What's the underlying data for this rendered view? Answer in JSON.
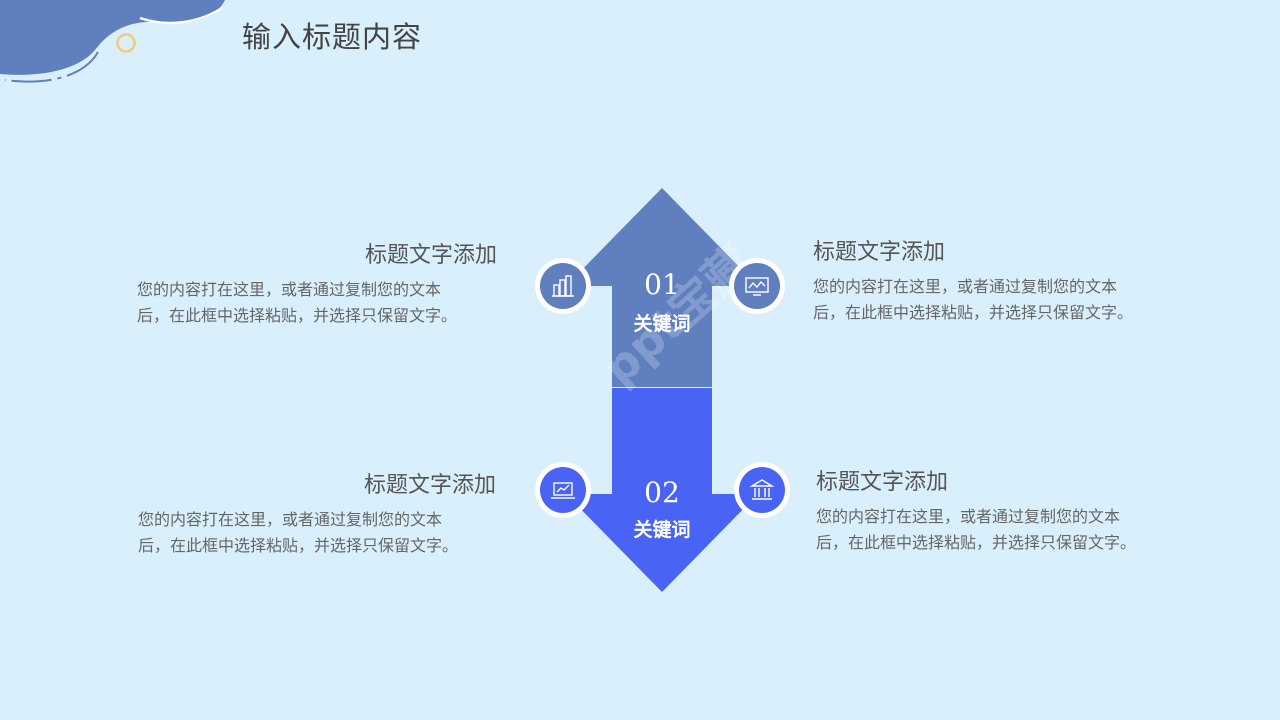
{
  "title": "输入标题内容",
  "colors": {
    "background": "#d9f0fc",
    "arrow_top": "#5f7fbf",
    "arrow_bottom": "#4964f5",
    "accent_ring": "#f5c97a"
  },
  "steps": [
    {
      "number": "01",
      "keyword": "关键词"
    },
    {
      "number": "02",
      "keyword": "关键词"
    }
  ],
  "items": [
    {
      "heading": "标题文字添加",
      "text_line1": "您的内容打在这里，或者通过复制您的文本",
      "text_line2": "后，在此框中选择粘贴，并选择只保留文字。",
      "icon": "building-chart-icon"
    },
    {
      "heading": "标题文字添加",
      "text_line1": "您的内容打在这里，或者通过复制您的文本",
      "text_line2": "后，在此框中选择粘贴，并选择只保留文字。",
      "icon": "monitor-chart-icon"
    },
    {
      "heading": "标题文字添加",
      "text_line1": "您的内容打在这里，或者通过复制您的文本",
      "text_line2": "后，在此框中选择粘贴，并选择只保留文字。",
      "icon": "laptop-trend-icon"
    },
    {
      "heading": "标题文字添加",
      "text_line1": "您的内容打在这里，或者通过复制您的文本",
      "text_line2": "后，在此框中选择粘贴，并选择只保留文字。",
      "icon": "bank-icon"
    }
  ]
}
